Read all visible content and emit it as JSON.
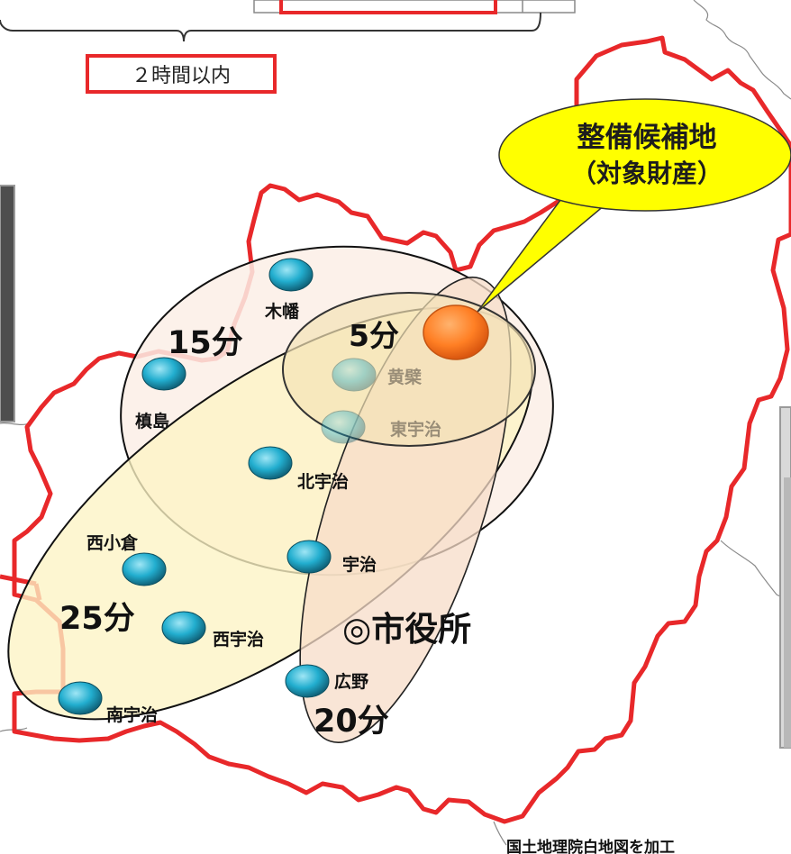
{
  "header": {
    "limit_label": "２時間以内"
  },
  "callout": {
    "line1": "整備候補地",
    "line2": "（対象財産）",
    "fill": "#ffff00"
  },
  "zones": {
    "min5": "5分",
    "min15": "15分",
    "min20": "20分",
    "min25": "25分"
  },
  "stations": [
    {
      "name": "木幡",
      "faded": false
    },
    {
      "name": "黄檗",
      "faded": true
    },
    {
      "name": "東宇治",
      "faded": true
    },
    {
      "name": "槙島",
      "faded": false
    },
    {
      "name": "北宇治",
      "faded": false
    },
    {
      "name": "宇治",
      "faded": false
    },
    {
      "name": "西小倉",
      "faded": false
    },
    {
      "name": "西宇治",
      "faded": false
    },
    {
      "name": "広野",
      "faded": false
    },
    {
      "name": "南宇治",
      "faded": false
    }
  ],
  "landmark": {
    "city_hall": "◎市役所"
  },
  "credit": "国土地理院白地図を加工",
  "colors": {
    "boundary": "#e8282a",
    "station": "#1fa9c9",
    "site": "#ff7f24",
    "zone15_fill": "#fbeee6",
    "zone25_fill": "#fcf3c4",
    "zone20_fill": "#f7dcc8",
    "zone5_fill": "#f3e3b6"
  }
}
